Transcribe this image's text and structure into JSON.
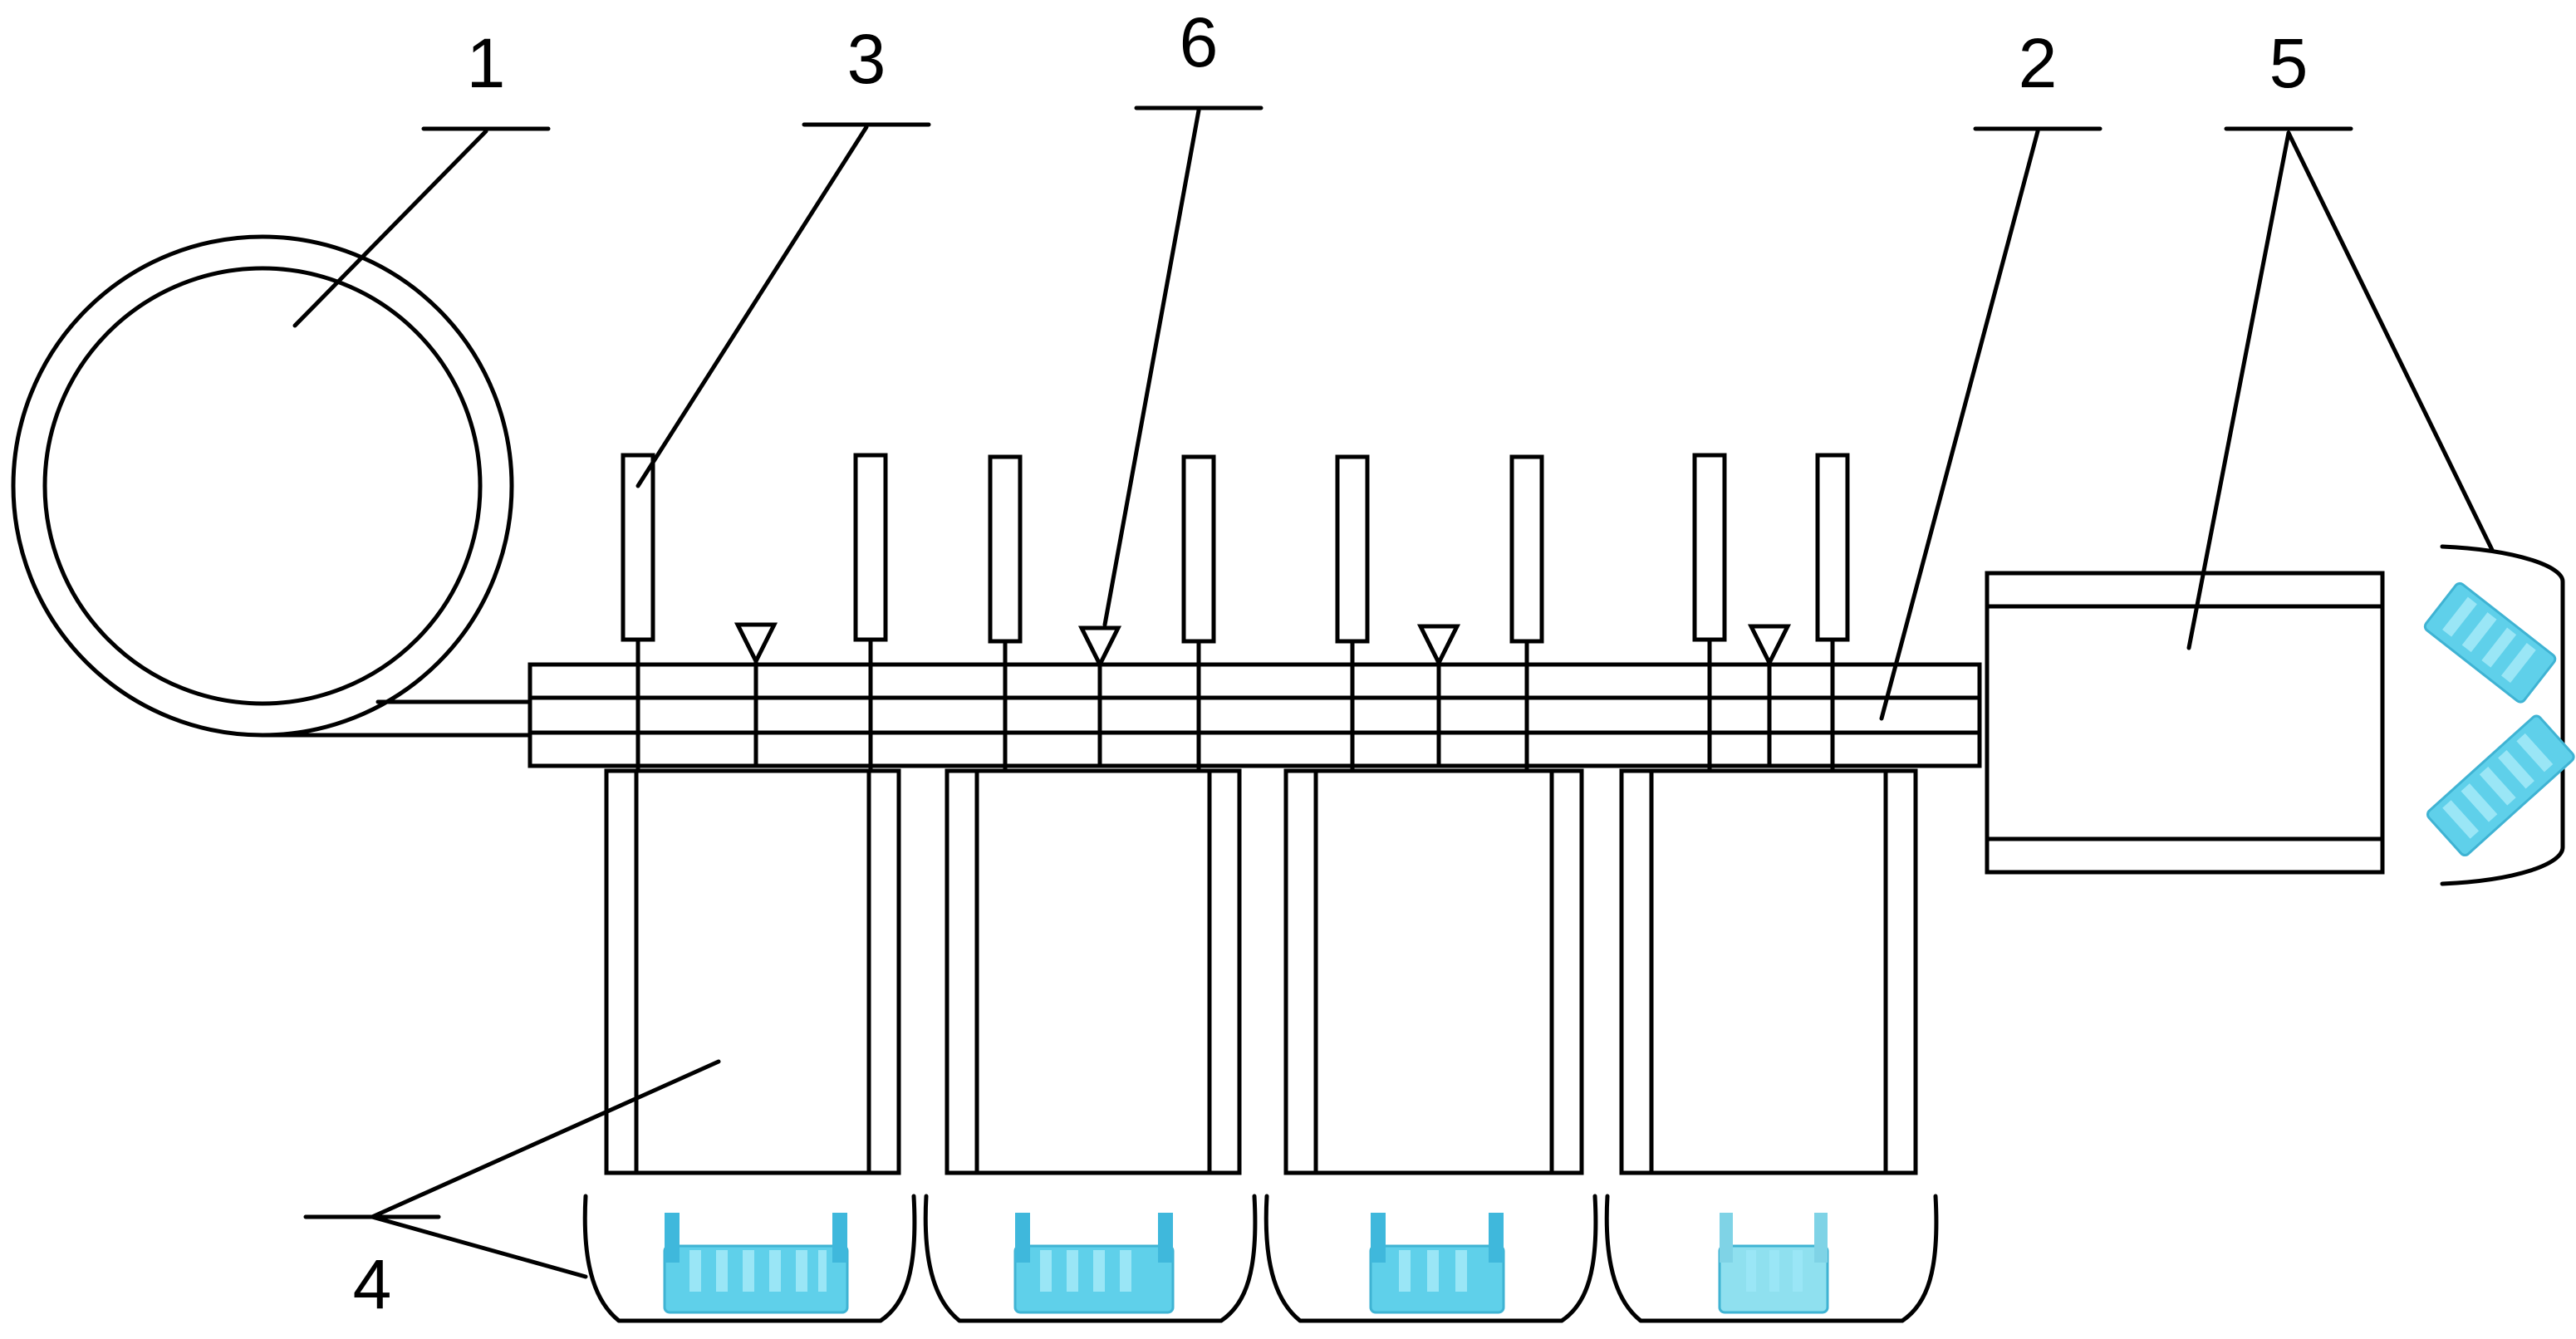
{
  "labels": {
    "l1": "1",
    "l2": "2",
    "l3": "3",
    "l4": "4",
    "l5": "5",
    "l6": "6"
  },
  "colors": {
    "line": "#000000",
    "part": "#5fd0ea",
    "part_dark": "#3fb8dc",
    "part_light": "#9ae6f6",
    "background": "#ffffff"
  }
}
